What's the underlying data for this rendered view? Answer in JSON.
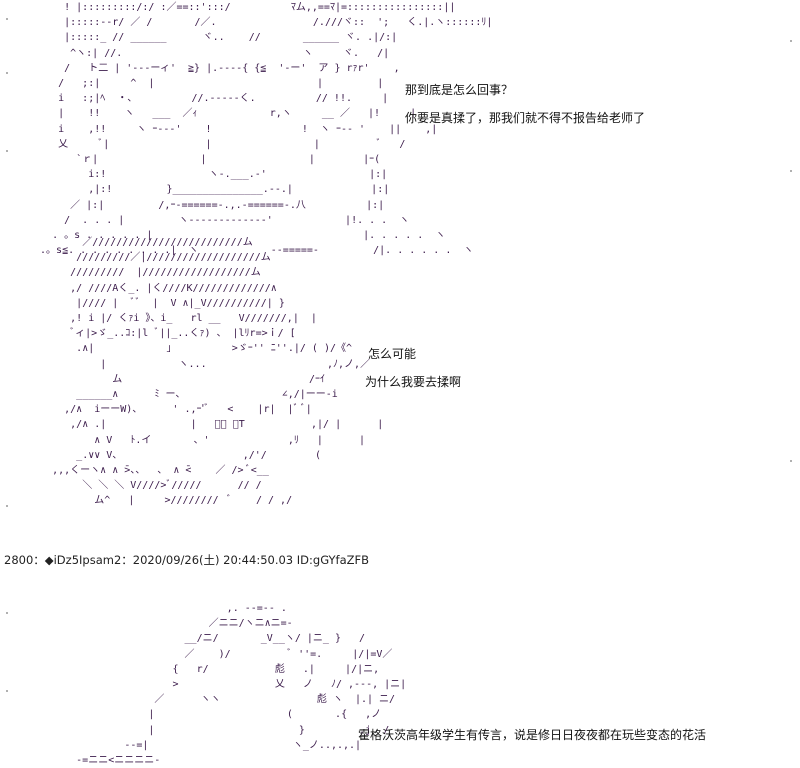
{
  "scene_top": {
    "ascii_art": "      ! |:::::::::/:/ :／==::':::/          ﾏム,,==ﾏ|=::::::::::::::::||\n      |:::::--r/ ／ /       /／.                /.///ヾ::  ';   く.|.ヽ::::::ﾘ|\n      |:::::_ // ______      ヾ..    //       ______ ヾ. .|/:|\n       ^ヽ:| //.                              ヽ     ヾ.   /|\n      /   ト二 | '‐--ーィ'  ≧} |.----{ {≦  '‐ー'  ア } rｧr'    ,\n     /   ;:|     ^  |                           |         |\n     i   :;|ﾍ  ・、         //.-----く.          // !!.     |\n     |    !!    ヽ   ___  ／ｨ            r,ヽ     __ ／   |!     |\n     i    ,!!     ヽ ｰ---'    !               !  ヽ ｰ-‐ '    ||    ,|\n     乂     ﾞ|                |                 |          ﾞ   /\n        `ｒ|                 |                 |        |ｰ(\n          i:!                 ヽ-.___.-'                 |:|\n          ,|:!         }_______________.--.|             |:|\n       ／ |:|         /,ｰ-======-.,.-======-.八          |:|\n      /  . . . |         ヽ-------------'            |!. . .  ヽ\n    . 。s . . . . . |                                   |. . . . .  ヽ\n  .。s≦. . . . . . . . .|  ヽ            -‐=====‐         /|. . . . . .  ヽ",
    "lines": [
      "那到底是怎么回事？",
      "你要是真揉了，那我们就不得不报告给老师了"
    ]
  },
  "scene_mid": {
    "ascii_art": "          ／/////////////////////////ム\n         /////////／|///////////////////ム\n        /////////  |//////////////////ム\n        ,/ ////Aく_. |く////K/////////////∧\n         |//// |  ﾞﾞ  |  V ∧|_V//////////| }\n        ,! i |/ くｧi 》、i_   rl __   V///////,|  |\n        ﾞィ|>ゞ_..ｺ:|l ﾞ||_..くｧ) 、 |lﾘr=>ｉ/ [\n         .∧|            ｣          >ゞｰ'' ﾆ''.|/ ( )/《^\n             |            ヽ...                    ,ﾉ,ノ,／\n               ム                               /ｰｲ\n         ______∧      ﾐ ー、                ∠,/|ーー‐i\n       ,/∧  iーーW)、     ' .,ｰ'ﾞ   <    |r|  |ﾞ ﾞ|\n        ,/∧ .|              |   ﾞﾞ ﾞT           ,|/ |      |\n            ∧ V   ﾄ.イ       、'             ,ﾘ   |      |\n         _.∨∨ V、                    ,/'/        (\n     ,,,くーヽ∧ ∧ ̄>、、  、 ∧ ̄<    ／ /> ﾞ<__\n          ＼ ＼ ＼ V////>ﾞ/////      // /\n            ム^   |     >////////  ﾞ    / / ,/",
    "lines": [
      "怎么可能",
      "为什么我要去揉啊"
    ]
  },
  "post_header": "2800：◆iDz5Ipsam2：2020/09/26(土) 20:44:50.03 ID:gGYfaZFB",
  "scene_bot": {
    "ascii_art": "                                 ,. -‐=‐- .\n                              ／ニニ/ヽニ∧ニ=-\n                          __/ニ/       _V__ヽ/ |ニ_ }   /\n                          ／    )/          ﾞ ''=.     |/|=V／\n                        {   r/           彪   .|     |/|ニ,\n                        >                乂   ノ   ﾉ/ ,---, |ニ|\n                     ／      ヽヽ                彪 ヽ  |.| ニ/\n                    |                      (       .{   ,ノ\n                    |                        }         ,j  /\n                --=|                        ヽ_ノ..,.,.|\n        -=ニニ<ニニニニ-",
    "lines": [
      "霍格沃茨高年级学生有传言，说是修日日夜夜都在玩些变态的花活"
    ]
  }
}
